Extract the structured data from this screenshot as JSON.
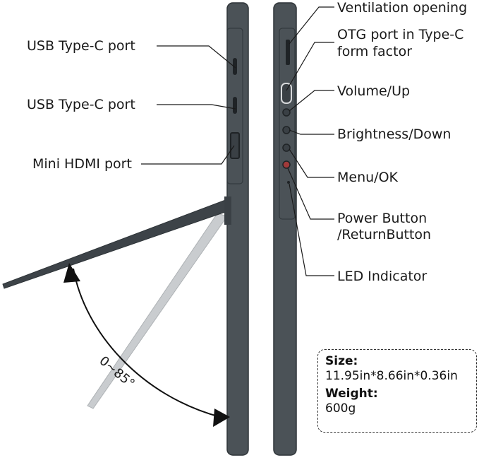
{
  "left_labels": {
    "usb_c_1": "USB Type-C port",
    "usb_c_2": "USB Type-C port",
    "mini_hdmi": "Mini HDMI port"
  },
  "right_labels": {
    "ventilation": "Ventilation opening",
    "otg_line1": "OTG port in Type-C",
    "otg_line2": "form factor",
    "volume": "Volume/Up",
    "brightness": "Brightness/Down",
    "menu": "Menu/OK",
    "power_line1": "Power Button",
    "power_line2": "/ReturnButton",
    "led": "LED Indicator"
  },
  "angle_label": "0~85°",
  "specs": {
    "size_title": "Size:",
    "size_value": "11.95in*8.66in*0.36in",
    "weight_title": "Weight:",
    "weight_value": "600g"
  },
  "colors": {
    "device_body": "#4b5257",
    "device_edge": "#2e3438",
    "stand_light": "#c9cccf",
    "led_red": "#a13a3a",
    "leader_line": "#1a1a1a"
  }
}
